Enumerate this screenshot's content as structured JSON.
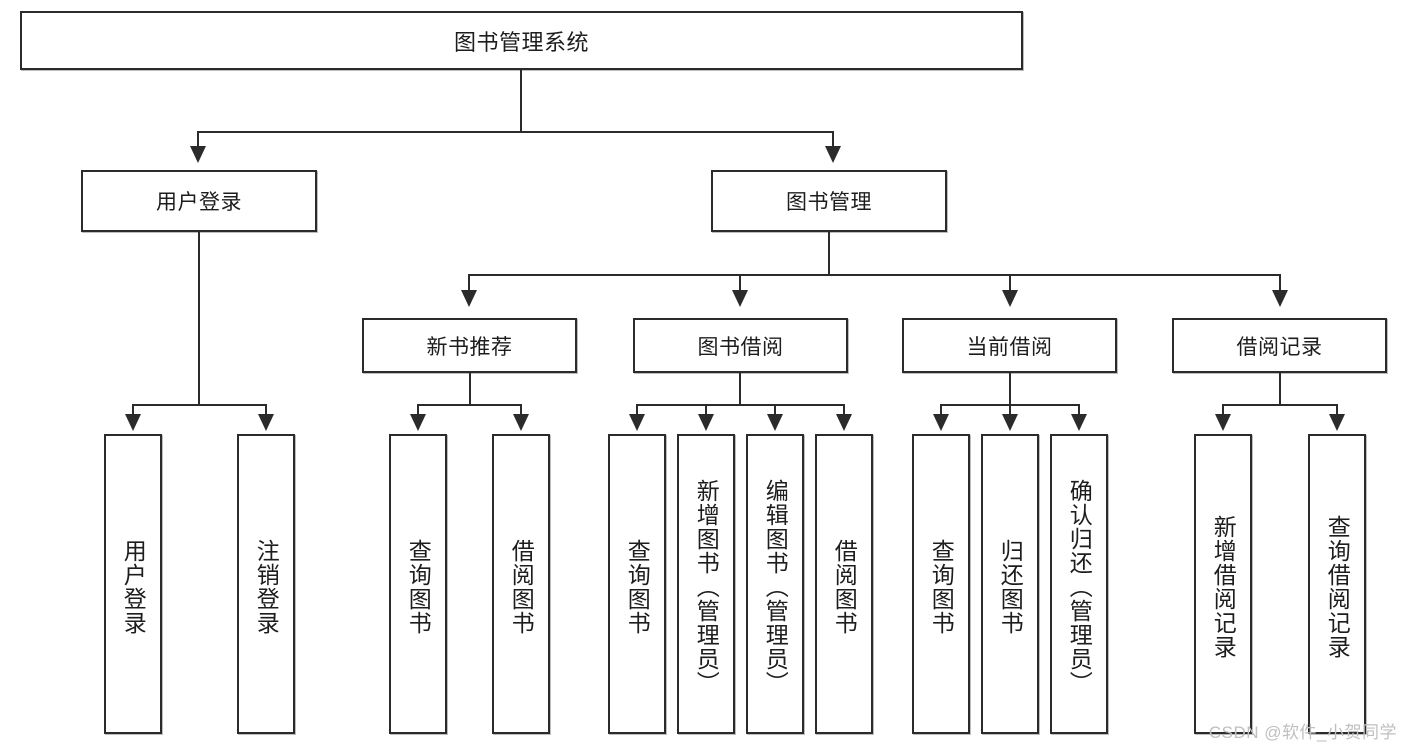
{
  "diagram": {
    "type": "tree",
    "title": "图书管理系统",
    "watermark": "CSDN @软件_小贺同学",
    "levels": {
      "root": {
        "label": "图书管理系统"
      },
      "level2": [
        {
          "label": "用户登录"
        },
        {
          "label": "图书管理"
        }
      ],
      "level3": [
        {
          "label": "新书推荐"
        },
        {
          "label": "图书借阅"
        },
        {
          "label": "当前借阅"
        },
        {
          "label": "借阅记录"
        }
      ],
      "leaves": {
        "user_login": [
          {
            "label": "用户登录"
          },
          {
            "label": "注销登录"
          }
        ],
        "new_book_recommend": [
          {
            "label": "查询图书"
          },
          {
            "label": "借阅图书"
          }
        ],
        "book_borrow": [
          {
            "label": "查询图书"
          },
          {
            "label": "新增图书（管理员）"
          },
          {
            "label": "编辑图书（管理员）"
          },
          {
            "label": "借阅图书"
          }
        ],
        "current_borrow": [
          {
            "label": "查询图书"
          },
          {
            "label": "归还图书"
          },
          {
            "label": "确认归还（管理员）"
          }
        ],
        "borrow_record": [
          {
            "label": "新增借阅记录"
          },
          {
            "label": "查询借阅记录"
          }
        ]
      }
    },
    "colors": {
      "stroke": "#2b2b2b",
      "fill": "#ffffff",
      "text": "#1d1d1d",
      "watermark": "#bfbfbf"
    }
  }
}
